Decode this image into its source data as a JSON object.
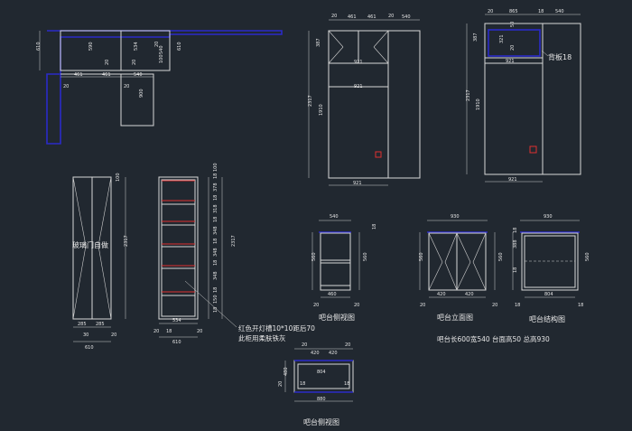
{
  "dims": {
    "d610": "610",
    "d590": "590",
    "d534": "534",
    "d20": "20",
    "d540": "540",
    "d100": "100",
    "d461": "461",
    "d900": "900",
    "d387": "387",
    "d921": "921",
    "d1910": "1910",
    "d2317": "2317",
    "d865": "865",
    "d18": "18",
    "d321": "321",
    "d285": "285",
    "d30": "30",
    "d560": "560",
    "d460": "460",
    "d930": "930",
    "d420": "420",
    "d804": "804",
    "d880": "880",
    "d388": "388",
    "d50": "50",
    "d150": "150",
    "d480": "480",
    "d360": "360",
    "d348": "348",
    "d318": "318",
    "d378": "378"
  },
  "labels": {
    "back_panel": "背板18",
    "glass_door": "玻璃门自做",
    "note_line1": "红色开灯槽10*10距后70",
    "note_line2": "此柜用柔肤铁灰",
    "bar_side_view": "吧台侧视图",
    "bar_elevation": "吧台立面图",
    "bar_structure": "吧台结构图",
    "bar_spec": "吧台长600宽540 台面高50  总高930",
    "bar_side_view_2": "吧台侧视图"
  },
  "colors": {
    "background": "#212830",
    "line": "#d8d8d8",
    "blue": "#2a2ac8",
    "red": "#e03030"
  }
}
